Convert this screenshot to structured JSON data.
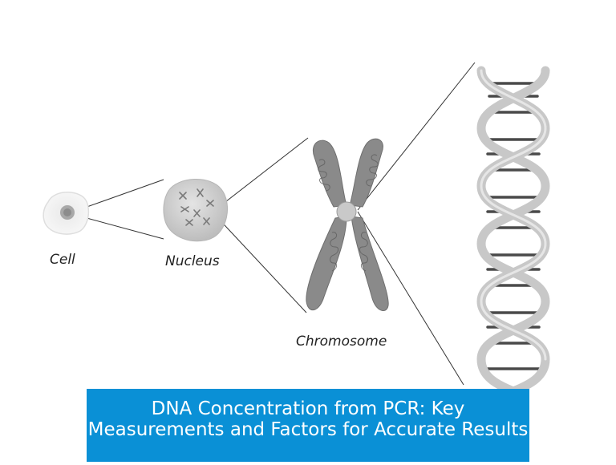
{
  "diagram": {
    "labels": {
      "cell": "Cell",
      "nucleus": "Nucleus",
      "chromosome": "Chromosome"
    }
  },
  "banner": {
    "title": "DNA Concentration from PCR: Key Measurements and Factors for Accurate Results",
    "background": "#0a90d6",
    "text_color": "#ffffff"
  },
  "colors": {
    "chromosome_fill": "#8a8a8a",
    "nucleus_fill": "#cfcfcf",
    "dna_backbone": "#c8c8c8",
    "dna_rungs": "#4a4a4a"
  }
}
